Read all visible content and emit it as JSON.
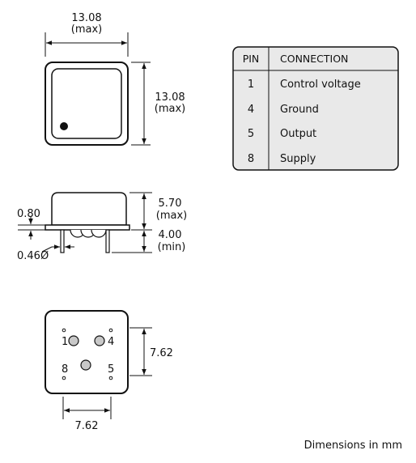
{
  "top_view": {
    "width_value": "13.08",
    "width_note": "(max)",
    "height_value": "13.08",
    "height_note": "(max)"
  },
  "side_view": {
    "standoff_value": "0.80",
    "pin_diameter_value": "0.46Ø",
    "body_height_value": "5.70",
    "body_height_note": "(max)",
    "pin_length_value": "4.00",
    "pin_length_note": "(min)"
  },
  "bottom_view": {
    "pin_labels": [
      "1",
      "4",
      "8",
      "5"
    ],
    "vertical_spacing_value": "7.62",
    "horizontal_spacing_value": "7.62"
  },
  "pin_table": {
    "header_pin": "PIN",
    "header_connection": "CONNECTION",
    "rows": [
      {
        "pin": "1",
        "connection": "Control voltage"
      },
      {
        "pin": "4",
        "connection": "Ground"
      },
      {
        "pin": "5",
        "connection": "Output"
      },
      {
        "pin": "8",
        "connection": "Supply"
      }
    ]
  },
  "footer_note": "Dimensions in mm",
  "colors": {
    "outline": "#111111",
    "table_fill": "#e9e9e9",
    "pin_fill": "#c8c8c8"
  }
}
